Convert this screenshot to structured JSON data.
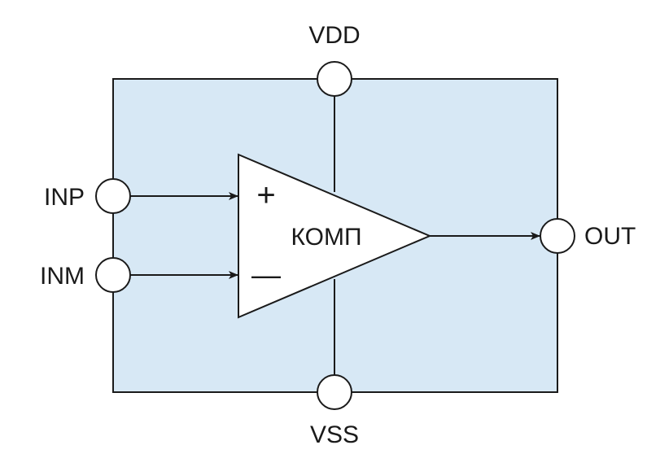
{
  "diagram": {
    "title": "Comparator block",
    "block_fill": "#d7e8f5",
    "line_color": "#1a1a1a",
    "comparator": {
      "label": "КОМП",
      "plus_sign": "+",
      "minus_sign": "—"
    },
    "pins": {
      "vdd": "VDD",
      "vss": "VSS",
      "inp": "INP",
      "inm": "INM",
      "out": "OUT"
    }
  }
}
